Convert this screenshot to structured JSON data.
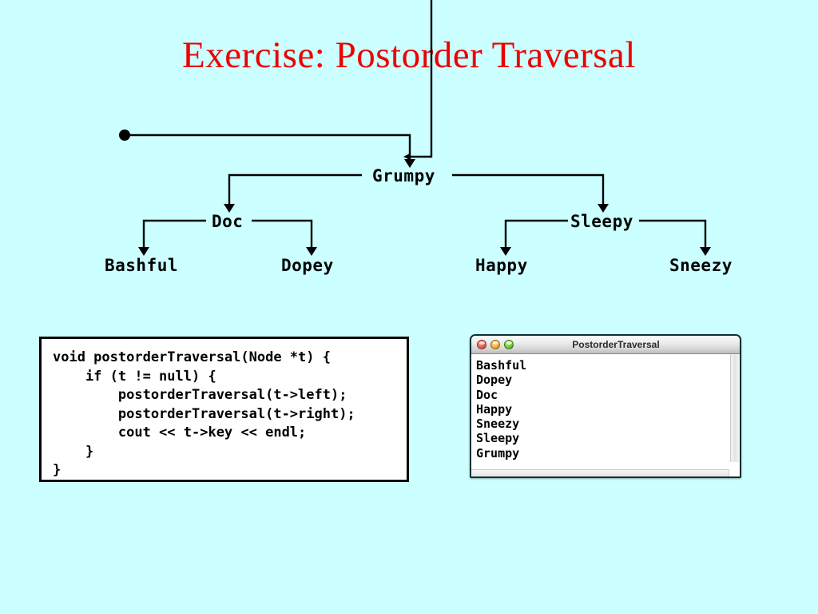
{
  "slide": {
    "title": "Exercise: Postorder Traversal",
    "background_color": "#ccffff",
    "title_color": "#ee0000"
  },
  "tree": {
    "root_pointer_label": "root-pointer-dot",
    "nodes": [
      {
        "id": "grumpy",
        "label": "Grumpy",
        "level": 0
      },
      {
        "id": "doc",
        "label": "Doc",
        "level": 1
      },
      {
        "id": "sleepy",
        "label": "Sleepy",
        "level": 1
      },
      {
        "id": "bashful",
        "label": "Bashful",
        "level": 2
      },
      {
        "id": "dopey",
        "label": "Dopey",
        "level": 2
      },
      {
        "id": "happy",
        "label": "Happy",
        "level": 2
      },
      {
        "id": "sneezy",
        "label": "Sneezy",
        "level": 2
      }
    ],
    "line_color": "#000000"
  },
  "code": {
    "language": "cpp",
    "text": "void postorderTraversal(Node *t) {\n    if (t != null) {\n        postorderTraversal(t->left);\n        postorderTraversal(t->right);\n        cout << t->key << endl;\n    }\n}"
  },
  "output_window": {
    "title": "PostorderTraversal",
    "controls": {
      "close": "close-button",
      "minimize": "minimize-button",
      "zoom": "zoom-button"
    },
    "lines": "Bashful\nDopey\nDoc\nHappy\nSneezy\nSleepy\nGrumpy",
    "line_items": [
      "Bashful",
      "Dopey",
      "Doc",
      "Happy",
      "Sneezy",
      "Sleepy",
      "Grumpy"
    ]
  }
}
